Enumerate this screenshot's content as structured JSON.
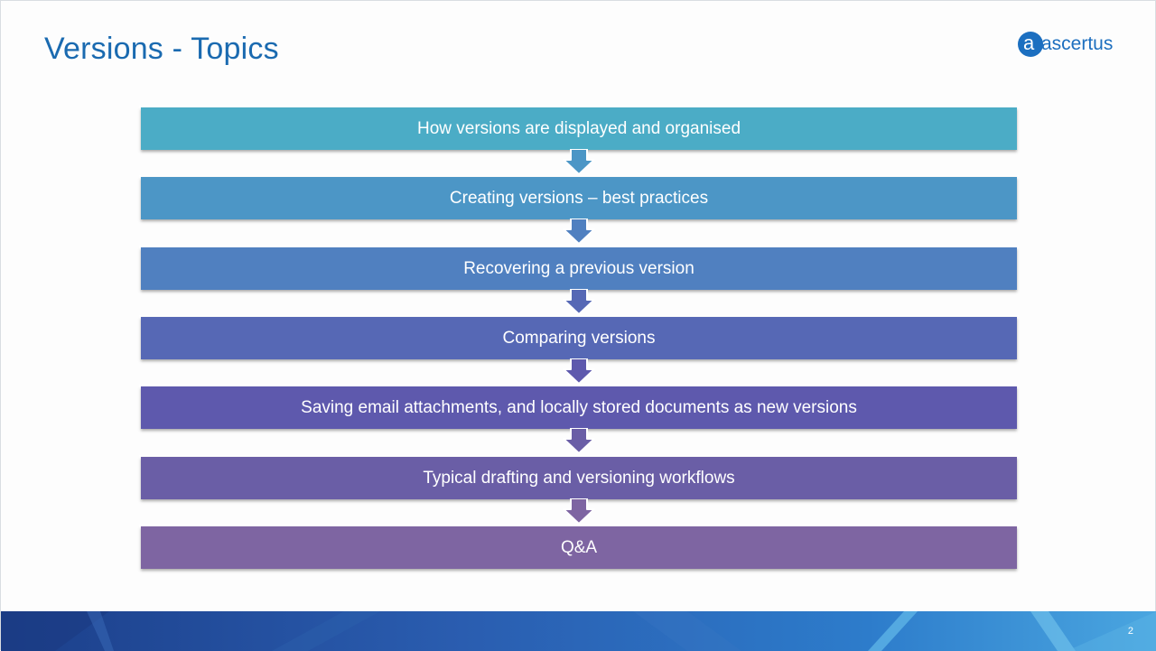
{
  "slide": {
    "title": "Versions - Topics",
    "page_number": "2",
    "logo": {
      "text": "ascertus",
      "mark_letter": "a"
    }
  },
  "flow": {
    "steps": [
      {
        "label": "How versions are displayed and organised",
        "color": "#4bacc6"
      },
      {
        "label": "Creating versions – best practices",
        "color": "#4c96c6"
      },
      {
        "label": "Recovering a previous version",
        "color": "#5080c0"
      },
      {
        "label": "Comparing versions",
        "color": "#5668b5"
      },
      {
        "label": "Saving email attachments, and locally stored documents as new versions",
        "color": "#5e59ad"
      },
      {
        "label": "Typical drafting and versioning workflows",
        "color": "#6a5ea6"
      },
      {
        "label": "Q&A",
        "color": "#7e65a2"
      }
    ]
  },
  "colors": {
    "title": "#1a6ab0",
    "footer_dark": "#1c3f8a",
    "footer_light": "#4aa6e0"
  }
}
